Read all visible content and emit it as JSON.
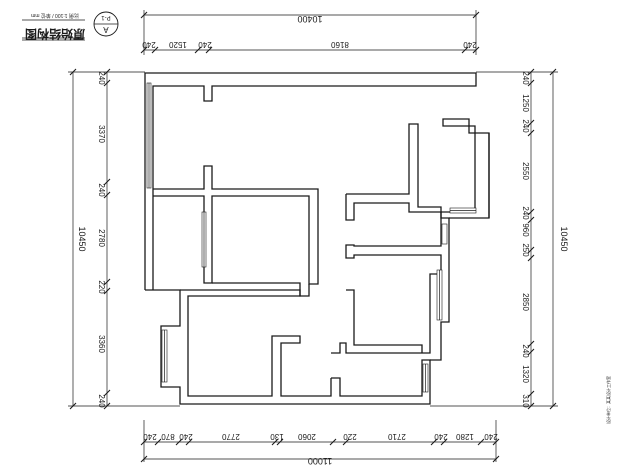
{
  "title_block": {
    "title": "原始结构图",
    "scale_note": "比例 1:100 / 单位 mm",
    "sheet_code": "P-1",
    "sheet_letter": "A"
  },
  "dimensions": {
    "top_total": "10400",
    "top_segments": [
      "240",
      "1520",
      "240",
      "8160",
      "240"
    ],
    "bottom_total": "11000",
    "bottom_segments": [
      "240",
      "870",
      "240",
      "2770",
      "130",
      "2060",
      "220",
      "2710",
      "240",
      "1280",
      "240"
    ],
    "left_total": "10450",
    "left_segments": [
      "240",
      "3370",
      "240",
      "2780",
      "220",
      "3360",
      "240"
    ],
    "right_total": "10450",
    "right_segments": [
      "240",
      "1250",
      "240",
      "2550",
      "240",
      "960",
      "250",
      "2850",
      "240",
      "1320",
      "310"
    ]
  },
  "footer_note": "设计单位：某某设计工作室"
}
